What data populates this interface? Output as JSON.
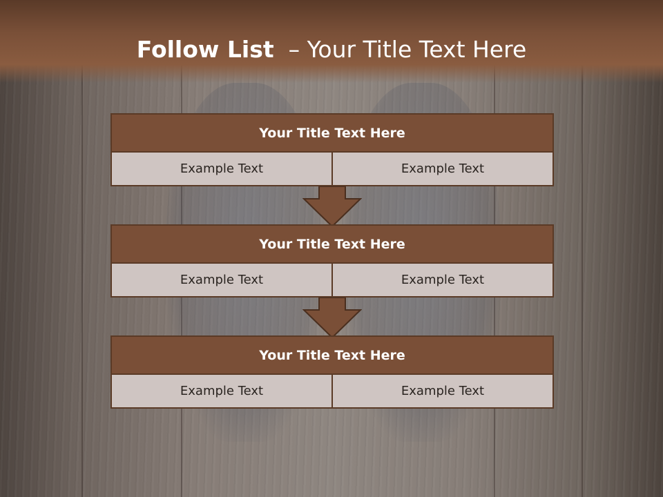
{
  "slide": {
    "title_bold": "Follow List",
    "title_rest": "– Your Title Text Here"
  },
  "blocks": [
    {
      "title": "Your Title Text Here",
      "left": "Example Text",
      "right": "Example Text"
    },
    {
      "title": "Your Title Text Here",
      "left": "Example Text",
      "right": "Example Text"
    },
    {
      "title": "Your Title Text Here",
      "left": "Example Text",
      "right": "Example Text"
    }
  ],
  "colors": {
    "header": "#7a5038",
    "block_title": "#7a4f37",
    "cell": "#cfc5c2",
    "arrow": "#7a4f37"
  }
}
